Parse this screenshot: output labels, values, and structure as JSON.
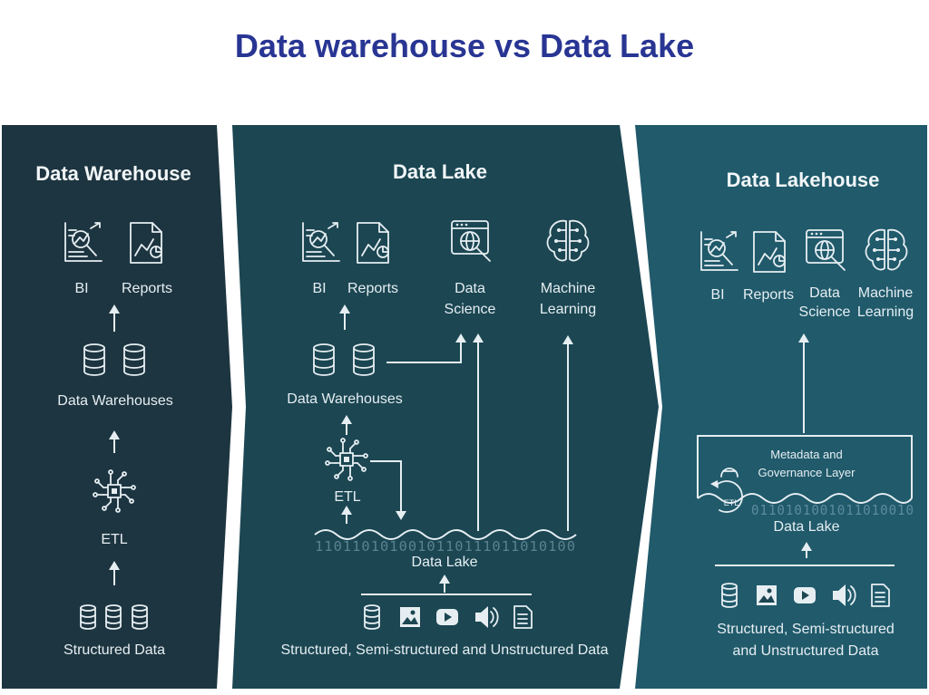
{
  "title": "Data warehouse vs Data Lake",
  "colors": {
    "title": "#283593",
    "panel_warehouse": "#1d3540",
    "panel_lake": "#1b4652",
    "panel_lakehouse": "#205a6b",
    "foreground": "#e6eef2"
  },
  "warehouse": {
    "heading": "Data Warehouse",
    "bi": "BI",
    "reports": "Reports",
    "store": "Data Warehouses",
    "etl": "ETL",
    "source": "Structured Data"
  },
  "lake": {
    "heading": "Data Lake",
    "bi": "BI",
    "reports": "Reports",
    "ds_line1": "Data",
    "ds_line2": "Science",
    "ml_line1": "Machine",
    "ml_line2": "Learning",
    "store": "Data Warehouses",
    "etl": "ETL",
    "lake": "Data Lake",
    "source": "Structured, Semi-structured and Unstructured Data",
    "bits": "1101101010010110111011010100"
  },
  "lakehouse": {
    "heading": "Data Lakehouse",
    "bi": "BI",
    "reports": "Reports",
    "ds_line1": "Data",
    "ds_line2": "Science",
    "ml_line1": "Machine",
    "ml_line2": "Learning",
    "meta_line1": "Metadata and",
    "meta_line2": "Governance Layer",
    "etl": "ETL",
    "lake": "Data Lake",
    "source_line1": "Structured, Semi-structured",
    "source_line2": "and Unstructured Data",
    "bits": "0110101001011010010"
  }
}
